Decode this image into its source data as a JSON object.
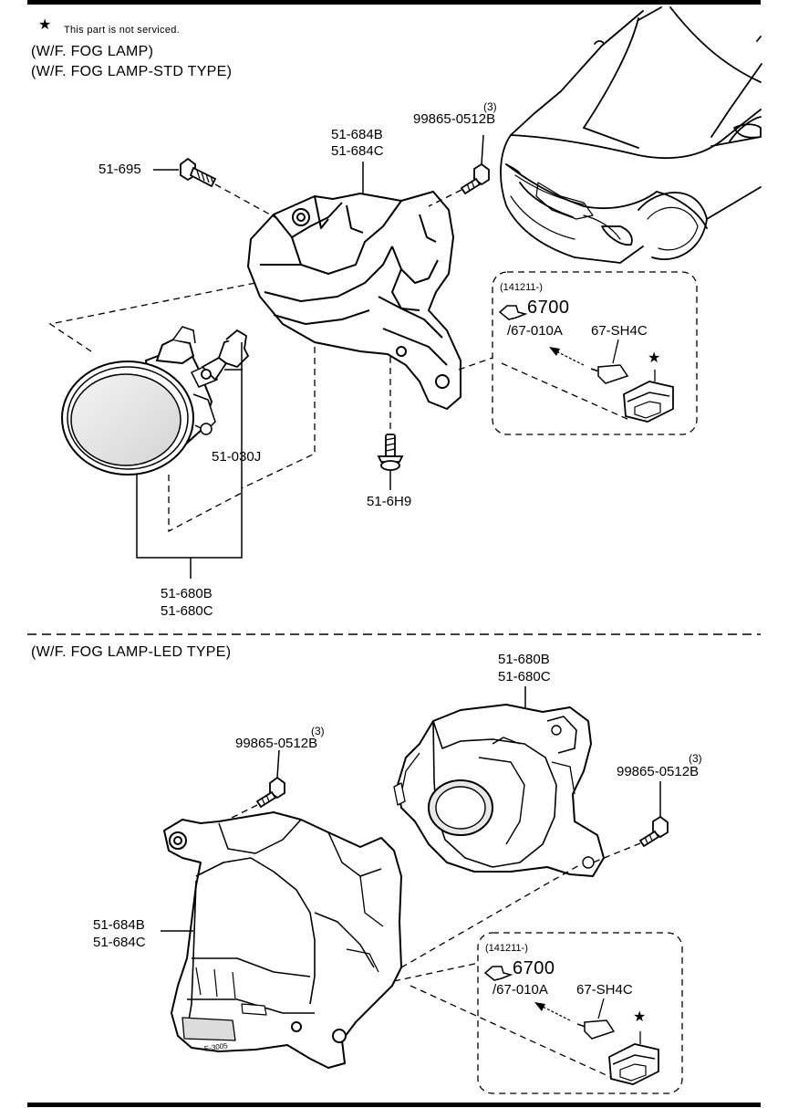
{
  "note": {
    "star": "★",
    "text": "This part is not serviced."
  },
  "std_section": {
    "title1": "(W/F. FOG LAMP)",
    "title2": "(W/F. FOG LAMP-STD TYPE)",
    "bracket_1": "51-684B",
    "bracket_2": "51-684C",
    "bolt_qty": "(3)",
    "bolt": "99865-0512B",
    "screw": "51-695",
    "bulb": "51-030J",
    "clip": "51-6H9",
    "lamp_1": "51-680B",
    "lamp_2": "51-680C",
    "inset": {
      "date": "(141211-)",
      "ref": "6700",
      "connector": "/67-010A",
      "harness": "67-SH4C",
      "star": "★"
    }
  },
  "led_section": {
    "title": "(W/F. FOG LAMP-LED TYPE)",
    "lamp_1": "51-680B",
    "lamp_2": "51-680C",
    "bolt_left_qty": "(3)",
    "bolt_left": "99865-0512B",
    "bolt_right_qty": "(3)",
    "bolt_right": "99865-0512B",
    "bracket_1": "51-684B",
    "bracket_2": "51-684C",
    "bracket_marks": "E-3005",
    "inset": {
      "date": "(141211-)",
      "ref": "6700",
      "connector": "/67-010A",
      "harness": "67-SH4C",
      "star": "★"
    }
  }
}
